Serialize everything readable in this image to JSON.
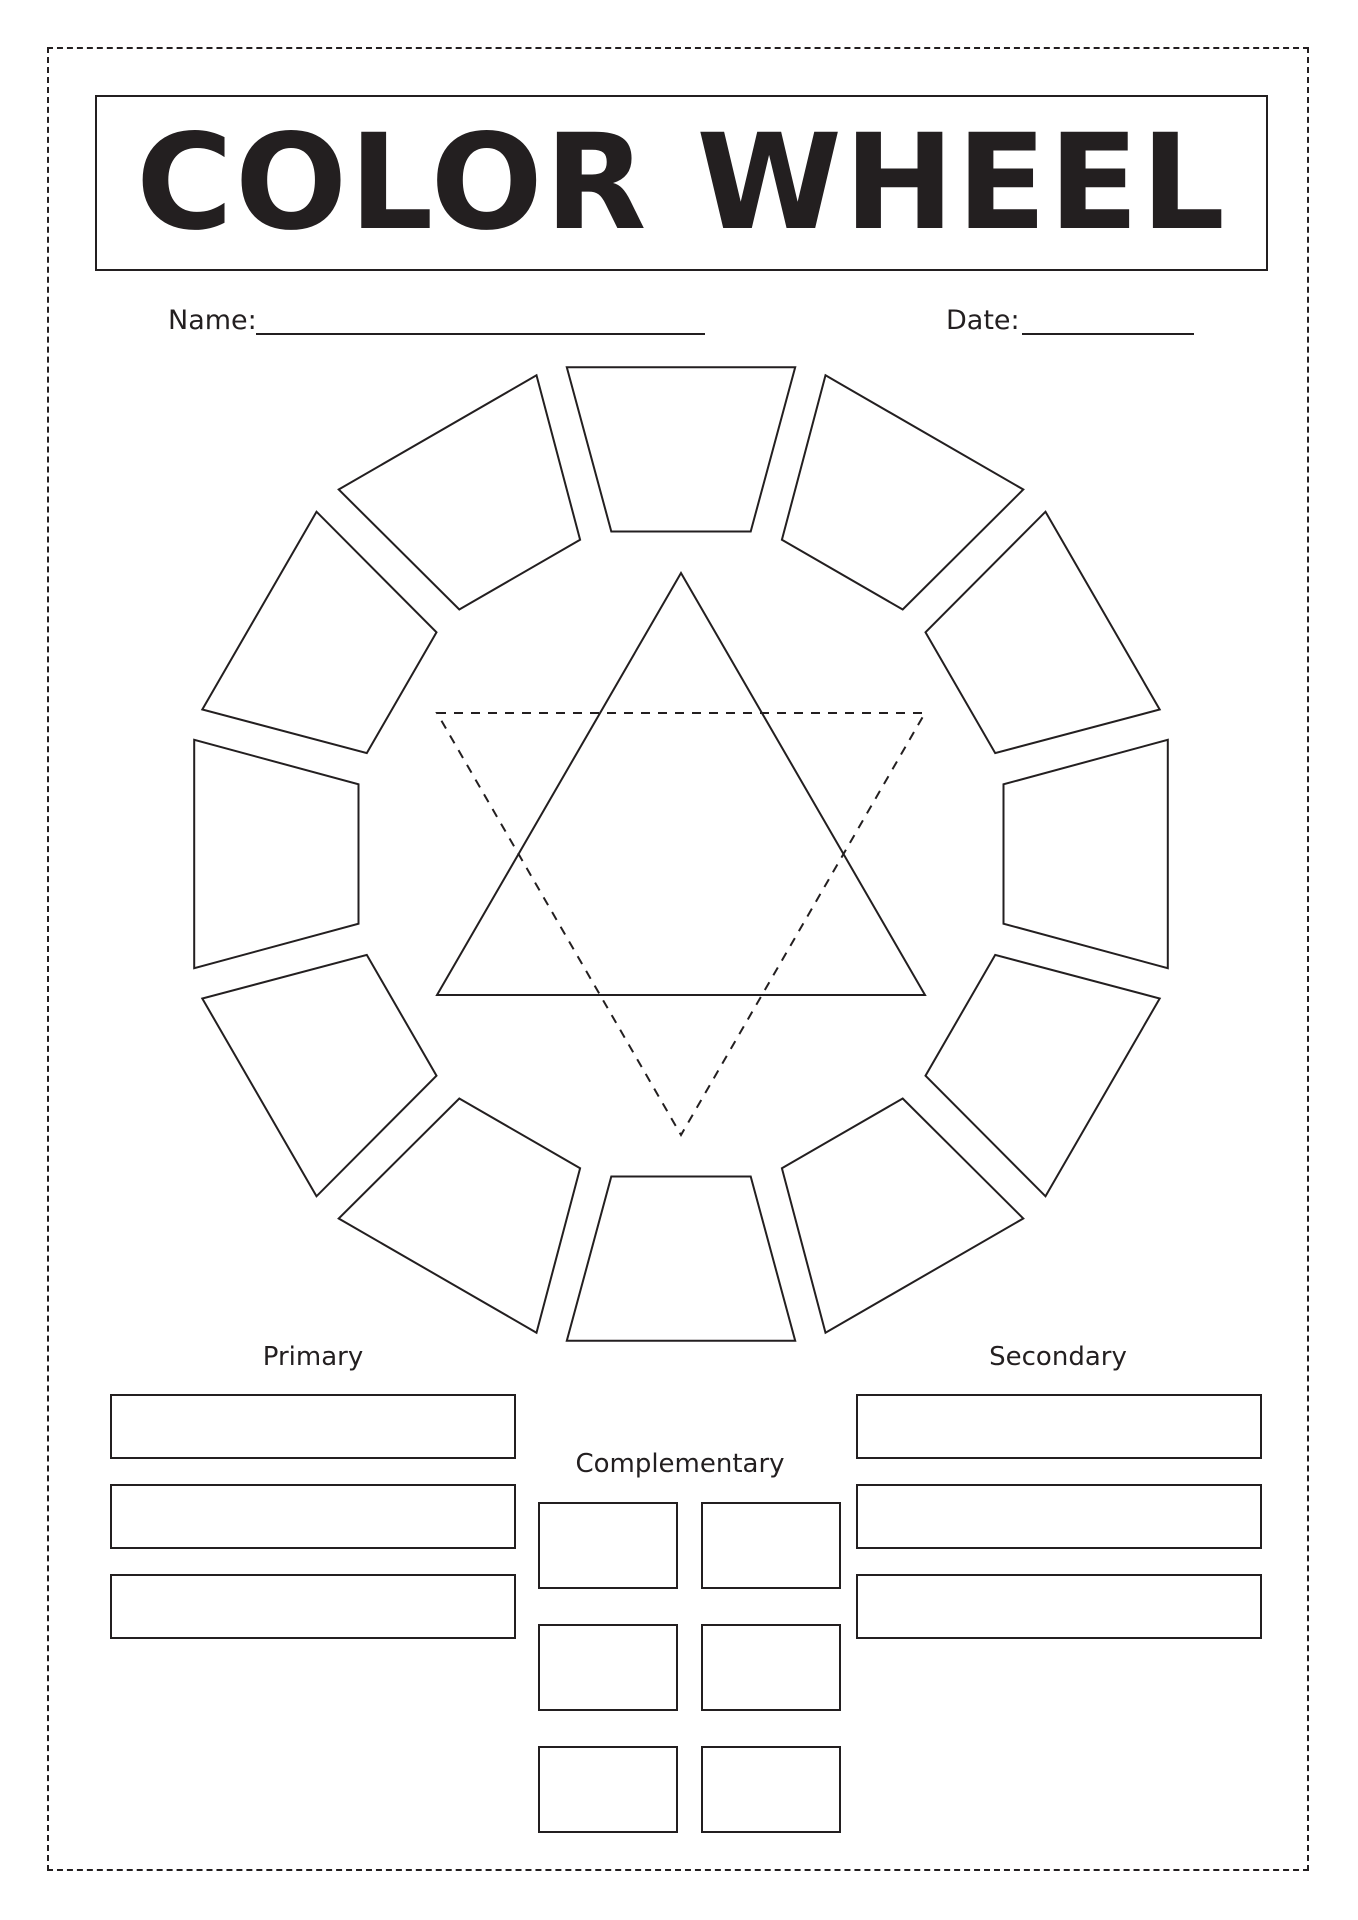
{
  "title": "COLOR WHEEL",
  "fields": {
    "name_label": "Name:",
    "date_label": "Date:"
  },
  "sections": {
    "primary": "Primary",
    "secondary": "Secondary",
    "complementary": "Complementary"
  },
  "colors": {
    "ink": "#231f20",
    "paper": "#ffffff"
  }
}
